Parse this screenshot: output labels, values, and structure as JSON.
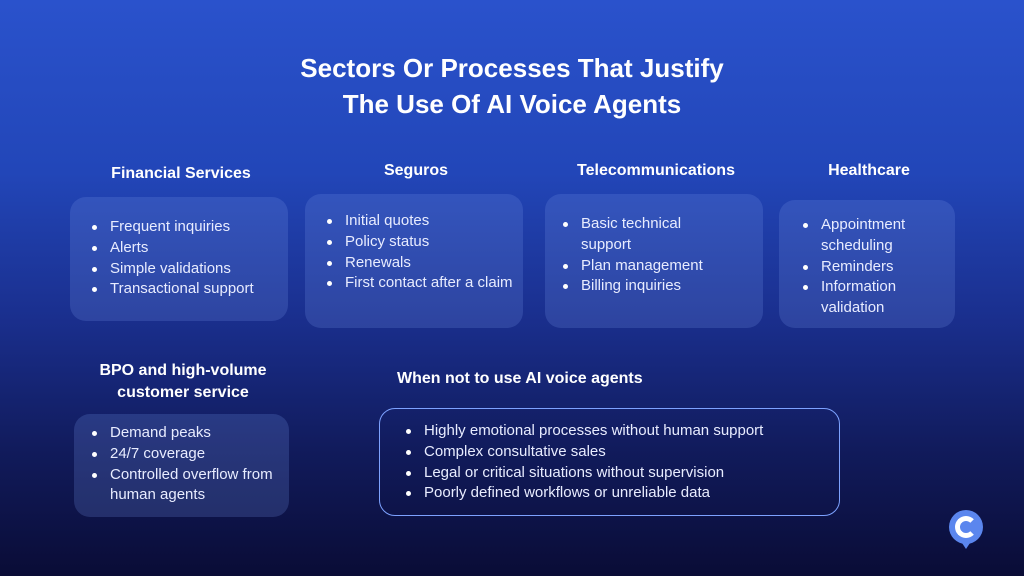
{
  "title": {
    "line1": "Sectors Or Processes That Justify",
    "line2": "The Use Of AI Voice Agents"
  },
  "sectors": [
    {
      "heading": "Financial Services",
      "items": [
        "Frequent inquiries",
        "Alerts",
        "Simple validations",
        "Transactional support"
      ]
    },
    {
      "heading": "Seguros",
      "items": [
        "Initial quotes",
        "Policy status",
        "Renewals",
        "First contact after a claim"
      ]
    },
    {
      "heading": "Telecommunications",
      "items": [
        "Basic technical support",
        "Plan management",
        "Billing inquiries"
      ]
    },
    {
      "heading": "Healthcare",
      "items": [
        "Appointment scheduling",
        "Reminders",
        "Information validation"
      ]
    },
    {
      "heading": "BPO and high-volume customer service",
      "items": [
        "Demand peaks",
        "24/7 coverage",
        "Controlled overflow from human agents"
      ]
    }
  ],
  "when_not": {
    "heading": "When not to use AI voice agents",
    "items": [
      "Highly emotional processes without human support",
      "Complex consultative sales",
      "Legal or critical situations without supervision",
      "Poorly defined workflows or unreliable data"
    ]
  },
  "logo_icon": "c-chat-bubble-logo"
}
